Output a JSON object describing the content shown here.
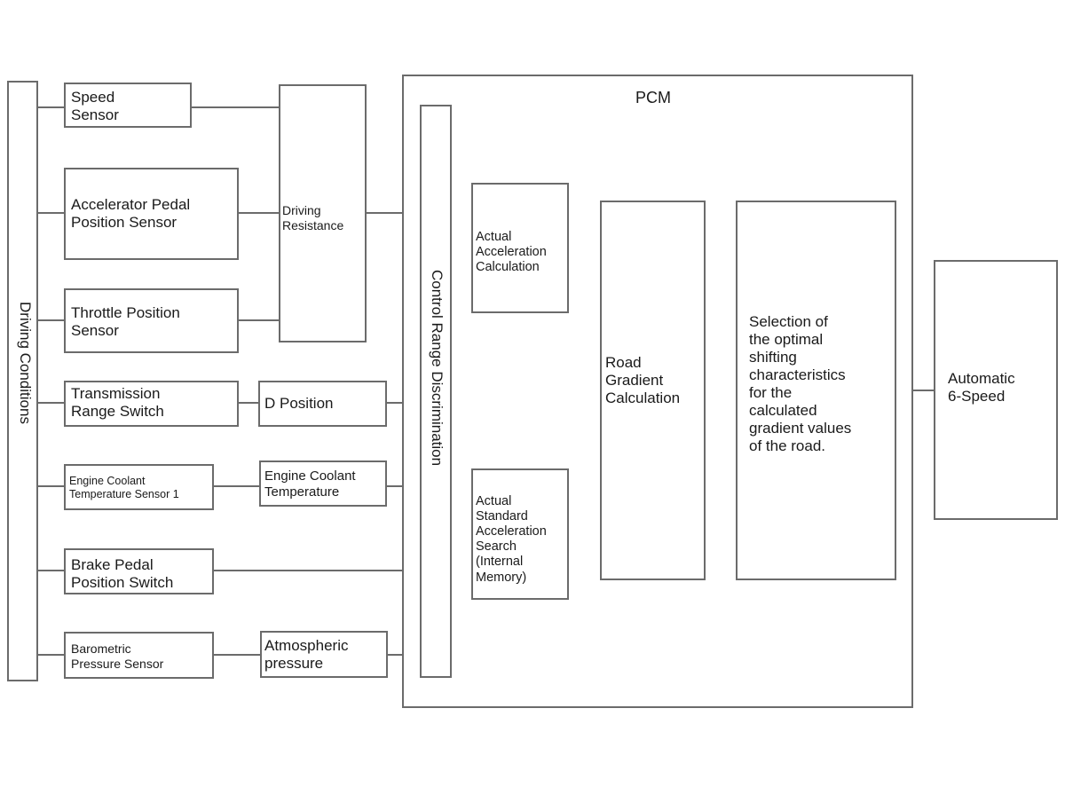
{
  "pcm_label": "PCM",
  "driving_conditions": "Driving Conditions",
  "control_range": "Control Range Discrimination",
  "sensors": {
    "speed": "Speed\nSensor",
    "accelerator": "Accelerator Pedal\nPosition Sensor",
    "throttle": "Throttle Position\nSensor",
    "transmission": "Transmission\nRange Switch",
    "engine_coolant_sensor": "Engine Coolant\nTemperature Sensor 1",
    "brake": "Brake Pedal\nPosition Switch",
    "barometric": "Barometric\nPressure Sensor"
  },
  "intermediate": {
    "driving_resistance": "Driving\nResistance",
    "d_position": "D Position",
    "engine_coolant_temp": "Engine Coolant\nTemperature",
    "atmospheric": "Atmospheric\npressure"
  },
  "pcm_blocks": {
    "actual_acceleration": "Actual\nAcceleration\nCalculation",
    "standard_acceleration": "Actual\nStandard\nAcceleration\nSearch\n(Internal\nMemory)",
    "road_gradient": "Road\nGradient\nCalculation",
    "selection": "Selection of\nthe optimal\nshifting\ncharacteristics\nfor the\ncalculated\ngradient values\nof the road."
  },
  "output": "Automatic\n6-Speed"
}
